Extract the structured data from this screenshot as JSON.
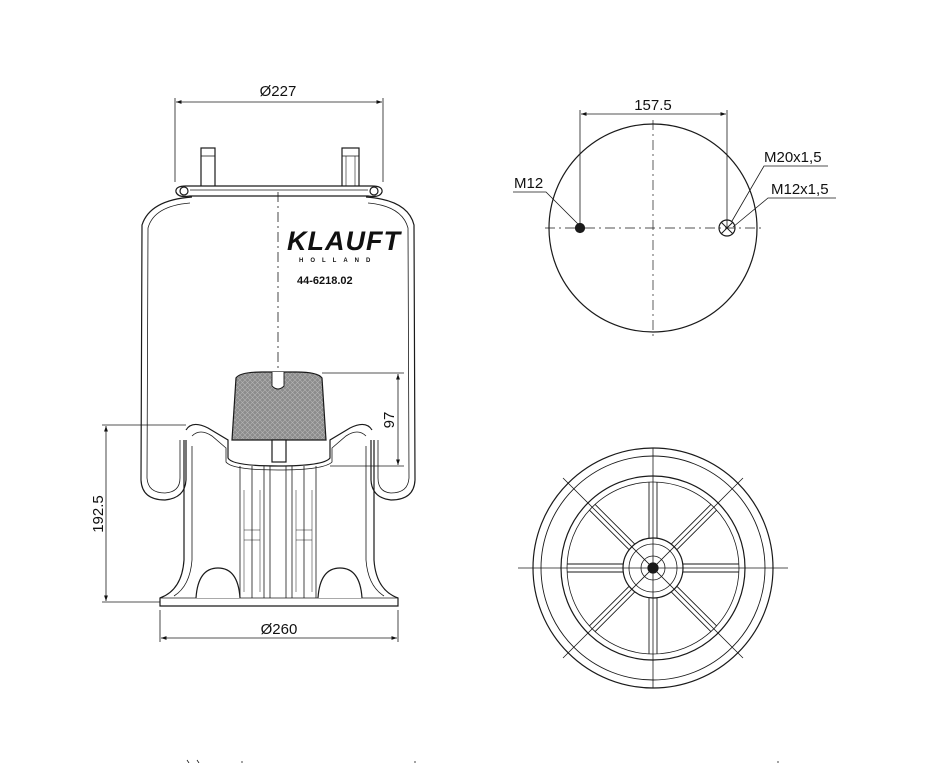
{
  "side_view": {
    "top_diameter": "Ø227",
    "bottom_diameter": "Ø260",
    "height_dimension": "192.5",
    "piston_height": "97",
    "logo": {
      "brand": "KLAUFT",
      "subtitle": "HOLLAND"
    },
    "part_number": "44-6218.02"
  },
  "top_view": {
    "bolt_spacing": "157.5",
    "left_thread": "M12",
    "right_thread_outer": "M20x1,5",
    "right_thread_inner": "M12x1,5"
  },
  "bottom_view": {
    "spoke_count": 8
  },
  "colors": {
    "line": "#1a1a1a",
    "fill_gray": "#8c8c8c",
    "background": "#ffffff"
  }
}
